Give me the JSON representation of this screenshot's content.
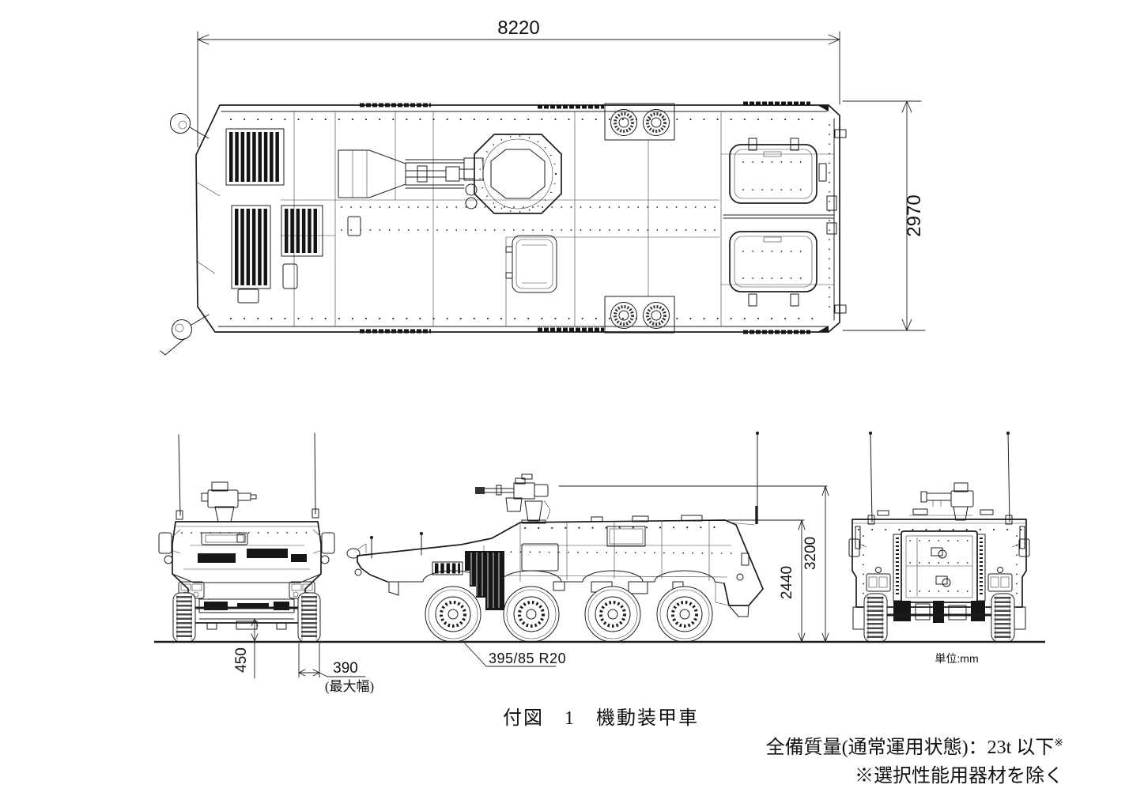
{
  "figure": {
    "caption": "付図　1　機動装甲車",
    "mass_note": "全備質量(通常運用状態)：23t 以下",
    "mass_note_marker": "※",
    "exclusion_note": "※選択性能用器材を除く",
    "unit_label": "単位:mm"
  },
  "dimensions": {
    "overall_length": "8220",
    "overall_width": "2970",
    "ground_clearance": "450",
    "tire_width": "390",
    "tire_width_note": "(最大幅)",
    "hull_height": "2440",
    "overall_height": "3200",
    "tire_size": "395/85 R20"
  },
  "colors": {
    "line": "#1c1c1c",
    "background": "#ffffff"
  }
}
